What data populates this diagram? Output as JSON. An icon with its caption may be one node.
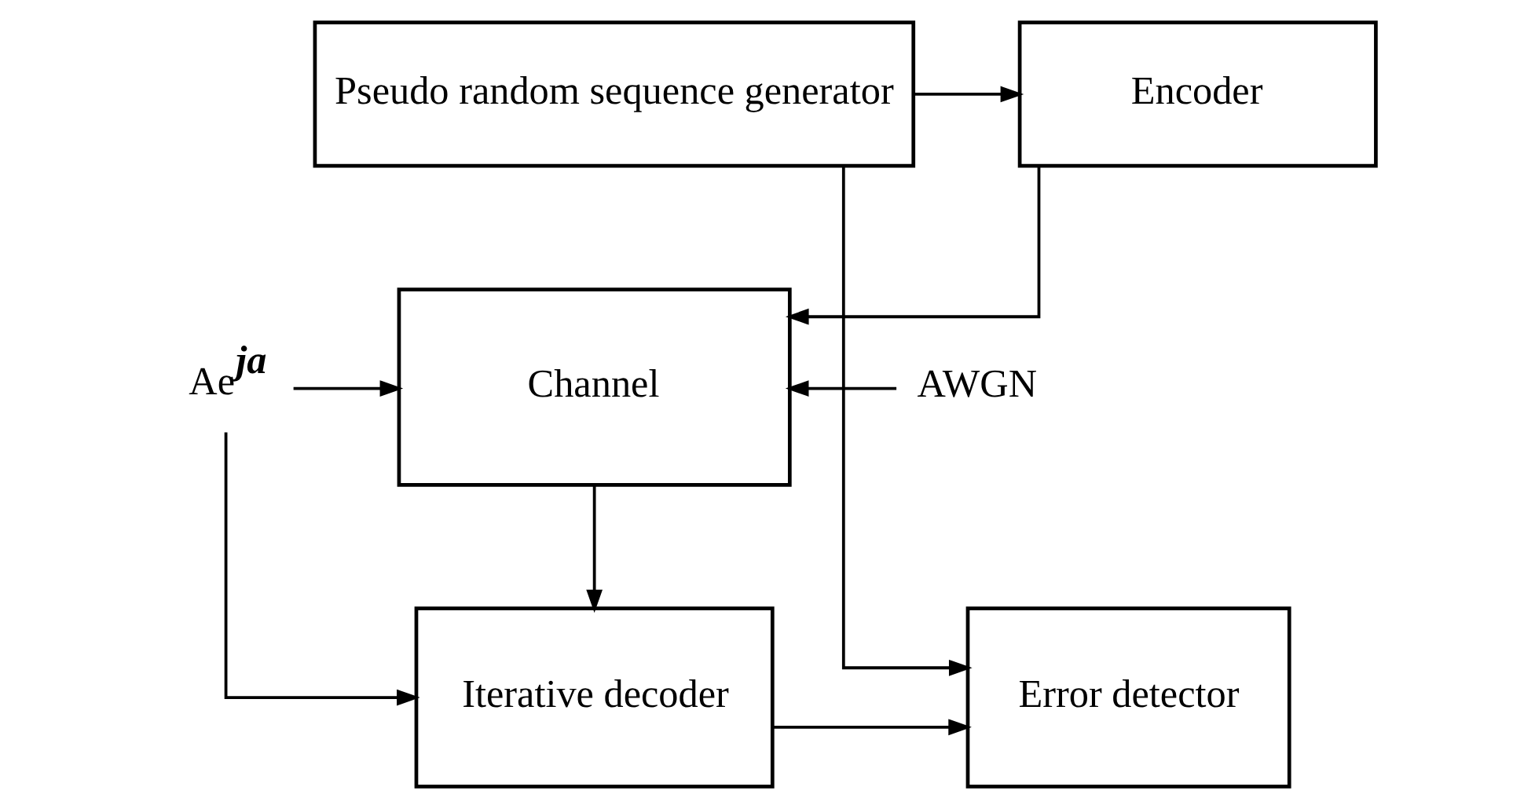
{
  "diagram": {
    "nodes": [
      {
        "text": [
          "Pseudo random sequence generator"
        ]
      },
      {
        "text": [
          "Encoder"
        ]
      },
      {
        "text": [
          "Channel"
        ]
      },
      {
        "text": [
          "Ae$^{ja}$"
        ]
      },
      {
        "text": [
          "AWGN"
        ]
      },
      {
        "text": [
          "Iterative decoder"
        ]
      },
      {
        "text": [
          "Error detector"
        ]
      }
    ],
    "edges": [
      {
        "from": 0,
        "to": 1,
        "arrow": "to"
      },
      {
        "from": 1,
        "to": 2,
        "arrow": "to"
      },
      {
        "from": 3,
        "to": 2,
        "arrow": "to"
      },
      {
        "from": 4,
        "to": 2,
        "arrow": "to"
      },
      {
        "from": 3,
        "to": 5,
        "arrow": "to"
      },
      {
        "from": 2,
        "to": 5,
        "arrow": "to"
      },
      {
        "from": 5,
        "to": 6,
        "arrow": "to"
      },
      {
        "from": 0,
        "to": 6,
        "arrow": "to"
      }
    ]
  }
}
